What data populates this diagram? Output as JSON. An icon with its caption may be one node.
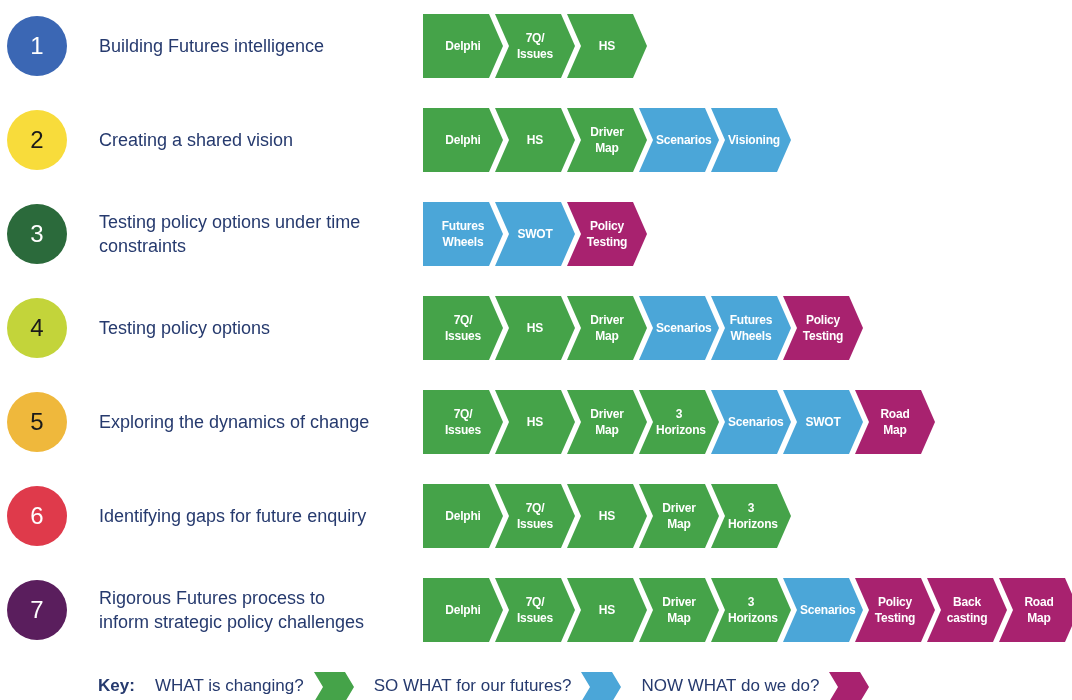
{
  "diagram": {
    "nodes": [
      {
        "text": [
          "1"
        ],
        "beside": [
          "Building Futures intelligence"
        ]
      },
      {
        "text": [
          "Delphi"
        ]
      },
      {
        "text": [
          "7Q/ Issues"
        ]
      },
      {
        "text": [
          "HS"
        ]
      },
      {
        "text": [
          "2"
        ],
        "beside": [
          "Creating a shared vision"
        ]
      },
      {
        "text": [
          "Delphi"
        ]
      },
      {
        "text": [
          "HS"
        ]
      },
      {
        "text": [
          "Driver Map"
        ]
      },
      {
        "text": [
          "Scenarios"
        ]
      },
      {
        "text": [
          "Visioning"
        ]
      },
      {
        "text": [
          "3"
        ],
        "beside": [
          "Testing policy options under time constraints"
        ]
      },
      {
        "text": [
          "Futures Wheels"
        ]
      },
      {
        "text": [
          "SWOT"
        ]
      },
      {
        "text": [
          "Policy Testing"
        ]
      },
      {
        "text": [
          "4"
        ],
        "beside": [
          "Testing policy options"
        ]
      },
      {
        "text": [
          "7Q/ Issues"
        ]
      },
      {
        "text": [
          "HS"
        ]
      },
      {
        "text": [
          "Driver Map"
        ]
      },
      {
        "text": [
          "Scenarios"
        ]
      },
      {
        "text": [
          "Futures Wheels"
        ]
      },
      {
        "text": [
          "Policy Testing"
        ]
      },
      {
        "text": [
          "5"
        ],
        "beside": [
          "Exploring the dynamics of change"
        ]
      },
      {
        "text": [
          "7Q/ Issues"
        ]
      },
      {
        "text": [
          "HS"
        ]
      },
      {
        "text": [
          "Driver Map"
        ]
      },
      {
        "text": [
          "3 Horizons"
        ]
      },
      {
        "text": [
          "Scenarios"
        ]
      },
      {
        "text": [
          "SWOT"
        ]
      },
      {
        "text": [
          "Road Map"
        ]
      },
      {
        "text": [
          "6"
        ],
        "beside": [
          "Identifying gaps for future enquiry"
        ]
      },
      {
        "text": [
          "Delphi"
        ]
      },
      {
        "text": [
          "7Q/ Issues"
        ]
      },
      {
        "text": [
          "HS"
        ]
      },
      {
        "text": [
          "Driver Map"
        ]
      },
      {
        "text": [
          "3 Horizons"
        ]
      },
      {
        "text": [
          "7"
        ],
        "beside": [
          "Rigorous Futures process to inform strategic policy challenges"
        ]
      },
      {
        "text": [
          "Delphi"
        ]
      },
      {
        "text": [
          "7Q/ Issues"
        ]
      },
      {
        "text": [
          "HS"
        ]
      },
      {
        "text": [
          "Driver Map"
        ]
      },
      {
        "text": [
          "3 Horizons"
        ]
      },
      {
        "text": [
          "Scenarios"
        ]
      },
      {
        "text": [
          "Policy Testing"
        ]
      },
      {
        "text": [
          "Back casting"
        ]
      },
      {
        "text": [
          "Road Map"
        ]
      }
    ],
    "labels": [
      "Key:"
    ],
    "legend": [
      {
        "text": "WHAT is changing?",
        "color": "#45a349"
      },
      {
        "text": "SO WHAT for our futures?",
        "color": "#4ba6d8"
      },
      {
        "text": "NOW WHAT do we do?",
        "color": "#a8226f"
      }
    ]
  }
}
